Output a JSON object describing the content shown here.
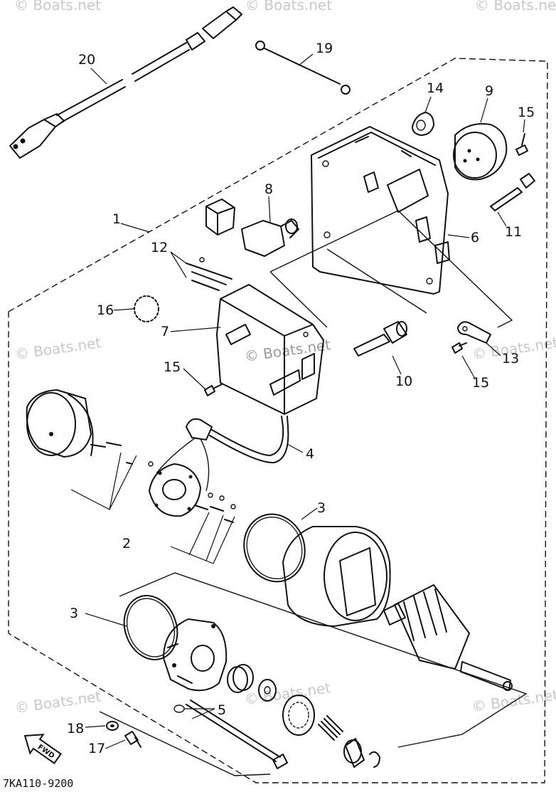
{
  "diagram": {
    "callouts": {
      "c1": "1",
      "c2": "2",
      "c3a": "3",
      "c3b": "3",
      "c4": "4",
      "c5": "5",
      "c6": "6",
      "c7": "7",
      "c8": "8",
      "c9": "9",
      "c10": "10",
      "c11": "11",
      "c12": "12",
      "c13": "13",
      "c14": "14",
      "c15a": "15",
      "c15b": "15",
      "c15c": "15",
      "c16": "16",
      "c17": "17",
      "c18": "18",
      "c19": "19",
      "c20": "20"
    },
    "watermark": "© Boats.net",
    "fwd_label": "FWD",
    "drawing_code": "7KA110-9200"
  }
}
